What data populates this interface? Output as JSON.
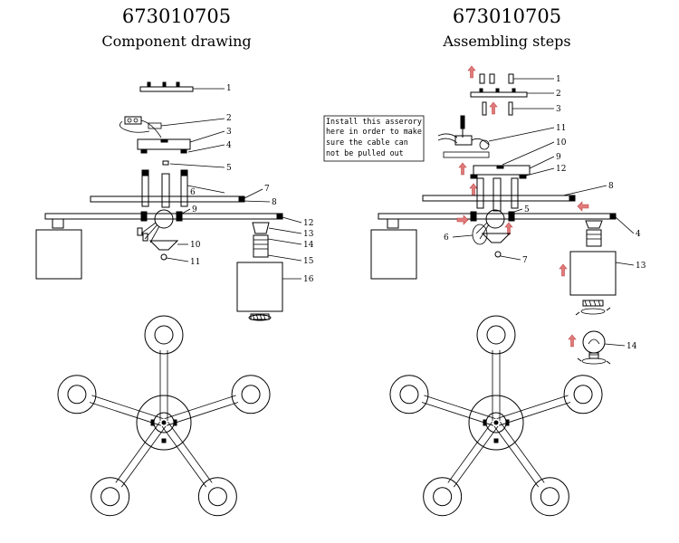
{
  "left_panel": {
    "model_number": "673010705",
    "subtitle": "Component drawing",
    "part_numbers": [
      "1",
      "2",
      "3",
      "4",
      "5",
      "6",
      "7",
      "8",
      "9",
      "10",
      "11",
      "12",
      "13",
      "14",
      "15",
      "16"
    ]
  },
  "right_panel": {
    "model_number": "673010705",
    "subtitle": "Assembling steps",
    "part_numbers": [
      "1",
      "2",
      "3",
      "11",
      "10",
      "9",
      "12",
      "8",
      "5",
      "4",
      "6",
      "7",
      "13",
      "14"
    ],
    "note_lines": [
      "Install this asserory",
      "here in order to make",
      "sure the cable can",
      "not be pulled out"
    ]
  },
  "colors": {
    "line": "#000000",
    "arrow": "#e07b7b"
  }
}
